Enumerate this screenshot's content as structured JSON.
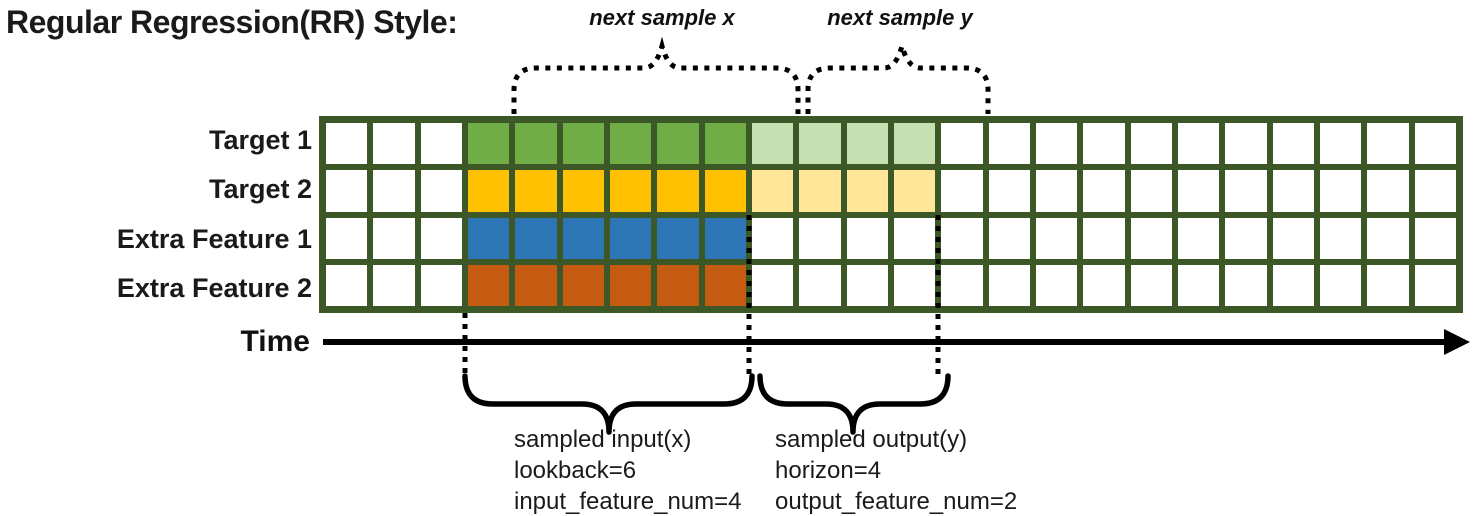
{
  "title": "Regular Regression(RR) Style:",
  "colors": {
    "grid_border": "#3C5826",
    "cell_empty": "#FFFFFF",
    "target1_input": "#70AD47",
    "target1_output": "#C6E0B4",
    "target2_input": "#FFC000",
    "target2_output": "#FFE699",
    "extra1_input": "#2E75B6",
    "extra2_input": "#C55A11",
    "annotation_stroke": "#000000"
  },
  "grid": {
    "columns": 24,
    "rows": [
      {
        "label": "Target 1",
        "input": {
          "start": 3,
          "len": 6,
          "color": "#70AD47"
        },
        "output": {
          "start": 9,
          "len": 4,
          "color": "#C6E0B4"
        }
      },
      {
        "label": "Target 2",
        "input": {
          "start": 3,
          "len": 6,
          "color": "#FFC000"
        },
        "output": {
          "start": 9,
          "len": 4,
          "color": "#FFE699"
        }
      },
      {
        "label": "Extra Feature 1",
        "input": {
          "start": 3,
          "len": 6,
          "color": "#2E75B6"
        },
        "output": null
      },
      {
        "label": "Extra Feature 2",
        "input": {
          "start": 3,
          "len": 6,
          "color": "#C55A11"
        },
        "output": null
      }
    ]
  },
  "annotations": {
    "next_sample_x": "next sample x",
    "next_sample_y": "next sample y",
    "time_label": "Time",
    "input_block": [
      "sampled input(x)",
      "lookback=6",
      "input_feature_num=4"
    ],
    "output_block": [
      "sampled output(y)",
      "horizon=4",
      "output_feature_num=2"
    ]
  }
}
